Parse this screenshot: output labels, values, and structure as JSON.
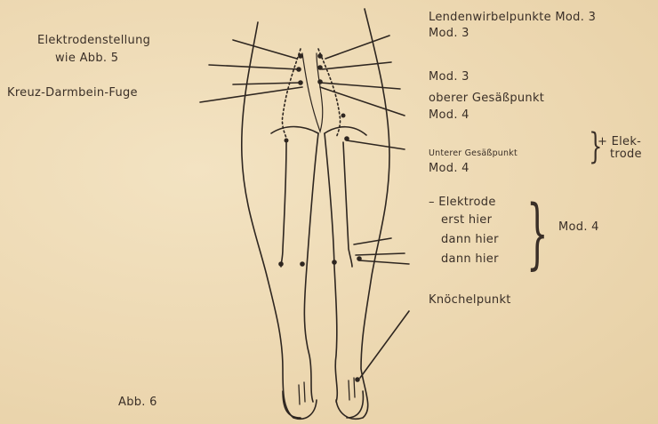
{
  "left_labels": {
    "electrode_position": "Elektrodenstellung",
    "as_fig5": "wie Abb. 5",
    "sacroiliac": "Kreuz-Darmbein-Fuge",
    "figure_caption": "Abb. 6"
  },
  "right_labels": {
    "lumbar_points": "Lendenwirbelpunkte Mod. 3",
    "mod3_a": "Mod. 3",
    "mod3_b": "Mod. 3",
    "upper_gluteal": "oberer Gesäßpunkt",
    "mod4_a": "Mod. 4",
    "lower_gluteal": "Unterer Gesäßpunkt",
    "plus_electrode_1": "+ Elek-",
    "plus_electrode_2": "trode",
    "mod4_b": "Mod. 4",
    "minus_electrode": "– Elektrode",
    "first_here": "erst hier",
    "then_here_1": "dann hier",
    "then_here_2": "dann hier",
    "mod4_c": "Mod. 4",
    "ankle_point": "Knöchelpunkt"
  }
}
